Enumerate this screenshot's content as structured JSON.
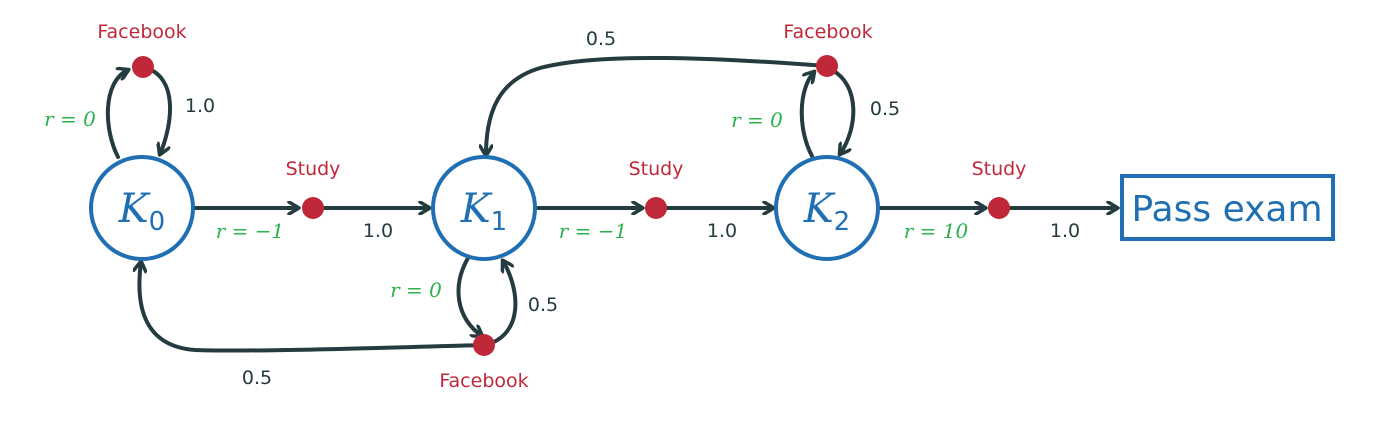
{
  "states": [
    {
      "letter": "K",
      "sub": "0"
    },
    {
      "letter": "K",
      "sub": "1"
    },
    {
      "letter": "K",
      "sub": "2"
    }
  ],
  "terminal": {
    "label": "Pass exam"
  },
  "study_actions": [
    {
      "action": "Study",
      "reward": "r = −1",
      "prob": "1.0"
    },
    {
      "action": "Study",
      "reward": "r = −1",
      "prob": "1.0"
    },
    {
      "action": "Study",
      "reward": "r = 10",
      "prob": "1.0"
    }
  ],
  "facebook_actions": [
    {
      "action": "Facebook",
      "reward": "r = 0",
      "stay_prob": "1.0"
    },
    {
      "action": "Facebook",
      "reward": "r = 0",
      "stay_prob": "0.5",
      "back_prob": "0.5"
    },
    {
      "action": "Facebook",
      "reward": "r = 0",
      "stay_prob": "0.5",
      "back_prob": "0.5"
    }
  ],
  "colors": {
    "state": "#1f6fb2",
    "action_dot": "#c0283a",
    "reward": "#2bb24c",
    "edge": "#243b3f"
  }
}
